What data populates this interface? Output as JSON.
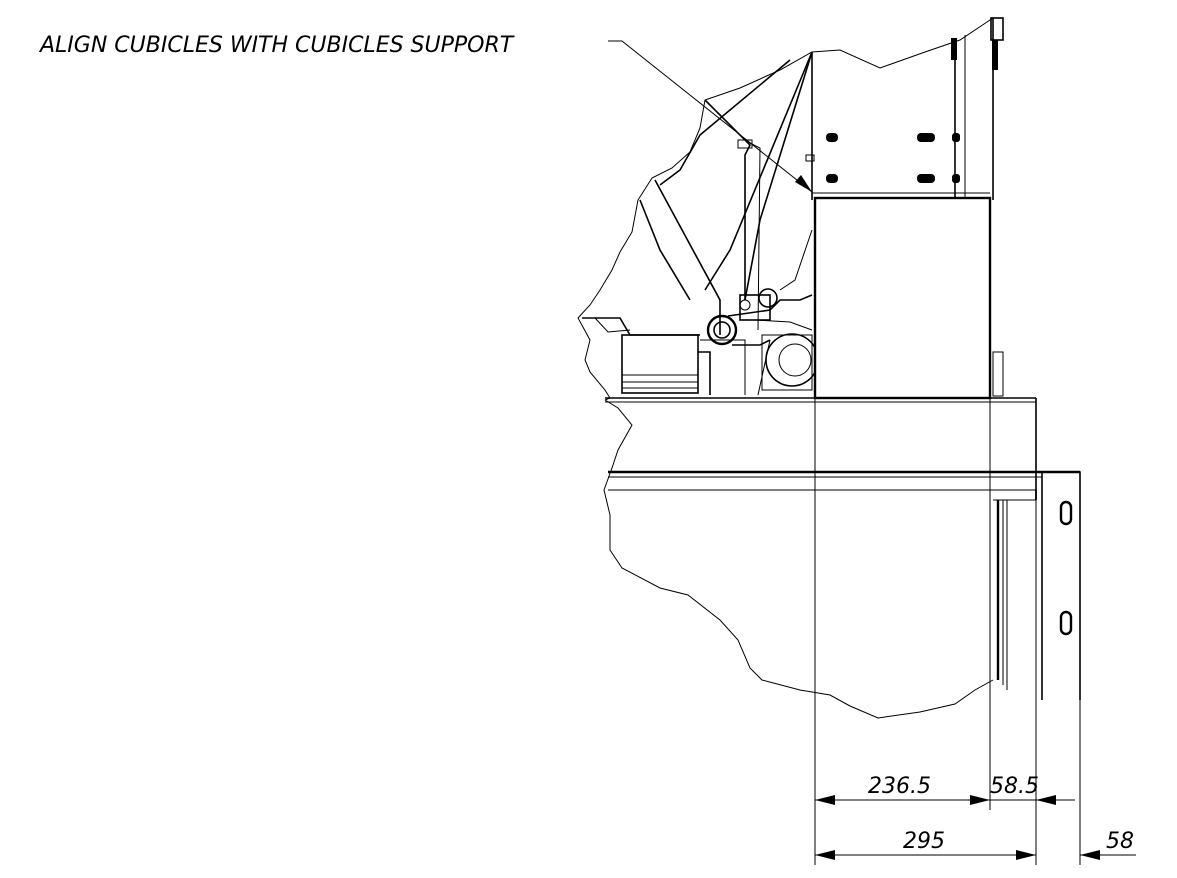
{
  "drawing": {
    "callout": "ALIGN CUBICLES WITH CUBICLES SUPPORT",
    "dimensions": {
      "d1": "236.5",
      "d2": "58.5",
      "d3": "295",
      "d4": "58"
    }
  }
}
